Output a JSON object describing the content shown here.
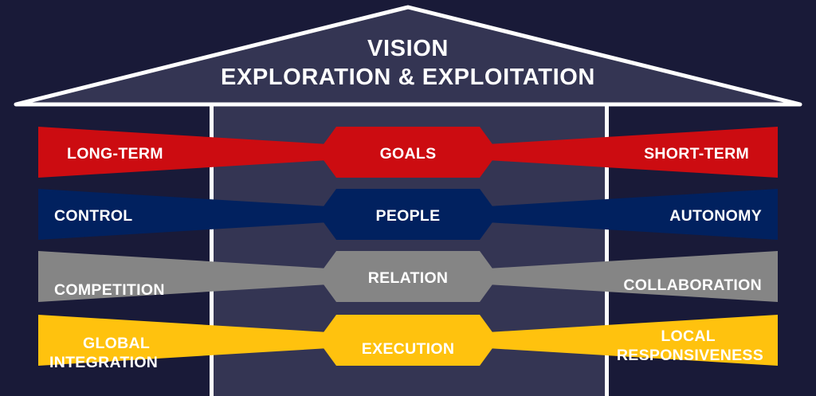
{
  "diagram": {
    "type": "house-framework",
    "background_color": "#191a38",
    "inner_fill_color": "#343553",
    "outline_color": "#ffffff",
    "roof": {
      "title_line_1": "VISION",
      "title_line_2": "EXPLORATION & EXPLOITATION"
    },
    "columns": {
      "left_label": "left-pillar",
      "right_label": "right-pillar"
    },
    "rows": [
      {
        "id": "goals",
        "color": "#cc0c11",
        "center_label": "GOALS",
        "left_label": "LONG-TERM",
        "right_label": "SHORT-TERM"
      },
      {
        "id": "people",
        "color": "#01215f",
        "center_label": "PEOPLE",
        "left_label": "CONTROL",
        "right_label": "AUTONOMY"
      },
      {
        "id": "relation",
        "color": "#858585",
        "center_label": "RELATION",
        "left_label": "COMPETITION",
        "right_label": "COLLABORATION"
      },
      {
        "id": "execution",
        "color": "#ffc20e",
        "center_label": "EXECUTION",
        "left_label_line_1": "GLOBAL",
        "left_label_line_2": "INTEGRATION",
        "right_label_line_1": "LOCAL",
        "right_label_line_2": "RESPONSIVENESS"
      }
    ]
  }
}
